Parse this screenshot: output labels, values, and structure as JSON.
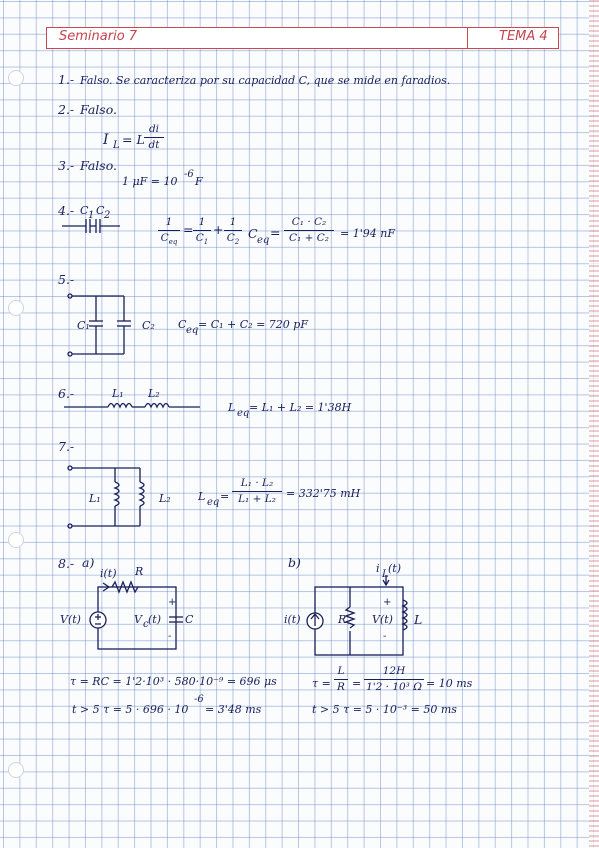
{
  "header": {
    "left": "Seminario 7",
    "right": "TEMA 4"
  },
  "q1": {
    "num": "1.-",
    "text": "Falso. Se caracteriza por su capacidad C, que se mide en faradios."
  },
  "q2": {
    "num": "2.-",
    "text": "Falso.",
    "eq_lhs": "I",
    "eq_sub": "L",
    "eq_eq": "= L",
    "frac_num": "di",
    "frac_den": "dt"
  },
  "q3": {
    "num": "3.-",
    "text": "Falso.",
    "eq": "1 μF = 10",
    "eq_exp": "-6",
    "eq_tail": "F"
  },
  "q4": {
    "num": "4.-",
    "c1": "C",
    "c1_sub": "1",
    "c2": "C",
    "c2_sub": "2",
    "f1_num": "1",
    "f1_den": "C",
    "f1_den_sub": "eq",
    "f2_num": "1",
    "f2_den": "C",
    "f2_den_sub": "1",
    "f3_num": "1",
    "f3_den": "C",
    "f3_den_sub": "2",
    "ceq": "C",
    "ceq_sub": "eq",
    "f4_num": "C₁ · C₂",
    "f4_den": "C₁ + C₂",
    "result": "= 1'94 nF"
  },
  "q5": {
    "num": "5.-",
    "c1": "C₁",
    "c2": "C₂",
    "eq": "C",
    "eq_sub": "eq",
    "eq_rest": "= C₁ + C₂ = 720 pF"
  },
  "q6": {
    "num": "6.-",
    "l1": "L₁",
    "l2": "L₂",
    "eq": "L",
    "eq_sub": "eq",
    "eq_rest": "= L₁ + L₂ = 1'38H"
  },
  "q7": {
    "num": "7.-",
    "l1": "L₁",
    "l2": "L₂",
    "eq": "L",
    "eq_sub": "eq",
    "eq_eq": "=",
    "f_num": "L₁ · L₂",
    "f_den": "L₁ + L₂",
    "result": "= 332'75 mH"
  },
  "q8": {
    "num": "8.-",
    "a": "a)",
    "b": "b)",
    "a_current": "i(t)",
    "a_r": "R",
    "a_source": "V(t)",
    "a_vc": "V",
    "a_vc_sub": "c",
    "a_vc_t": "(t)",
    "a_c": "C",
    "a_plus": "+",
    "a_minus": "-",
    "a_tau": "τ = RC = 1'2·10³ · 580·10⁻⁹ = 696 μs",
    "a_t_main": "t > 5 τ = 5 · 696 · 10",
    "a_t_exp": "-6",
    "a_t_tail": "= 3'48 ms",
    "b_source": "i(t)",
    "b_r": "R",
    "b_v": "V(t)",
    "b_il": "i",
    "b_il_sub": "L",
    "b_il_t": "(t)",
    "b_l": "L",
    "b_plus": "+",
    "b_minus": "-",
    "b_tau_lhs": "τ =",
    "b_f1_num": "L",
    "b_f1_den": "R",
    "b_f2_num": "12H",
    "b_f2_den": "1'2 · 10³ Ω",
    "b_tau_res": "= 10 ms",
    "b_t": "t > 5 τ = 5 · 10⁻³ = 50 ms"
  }
}
